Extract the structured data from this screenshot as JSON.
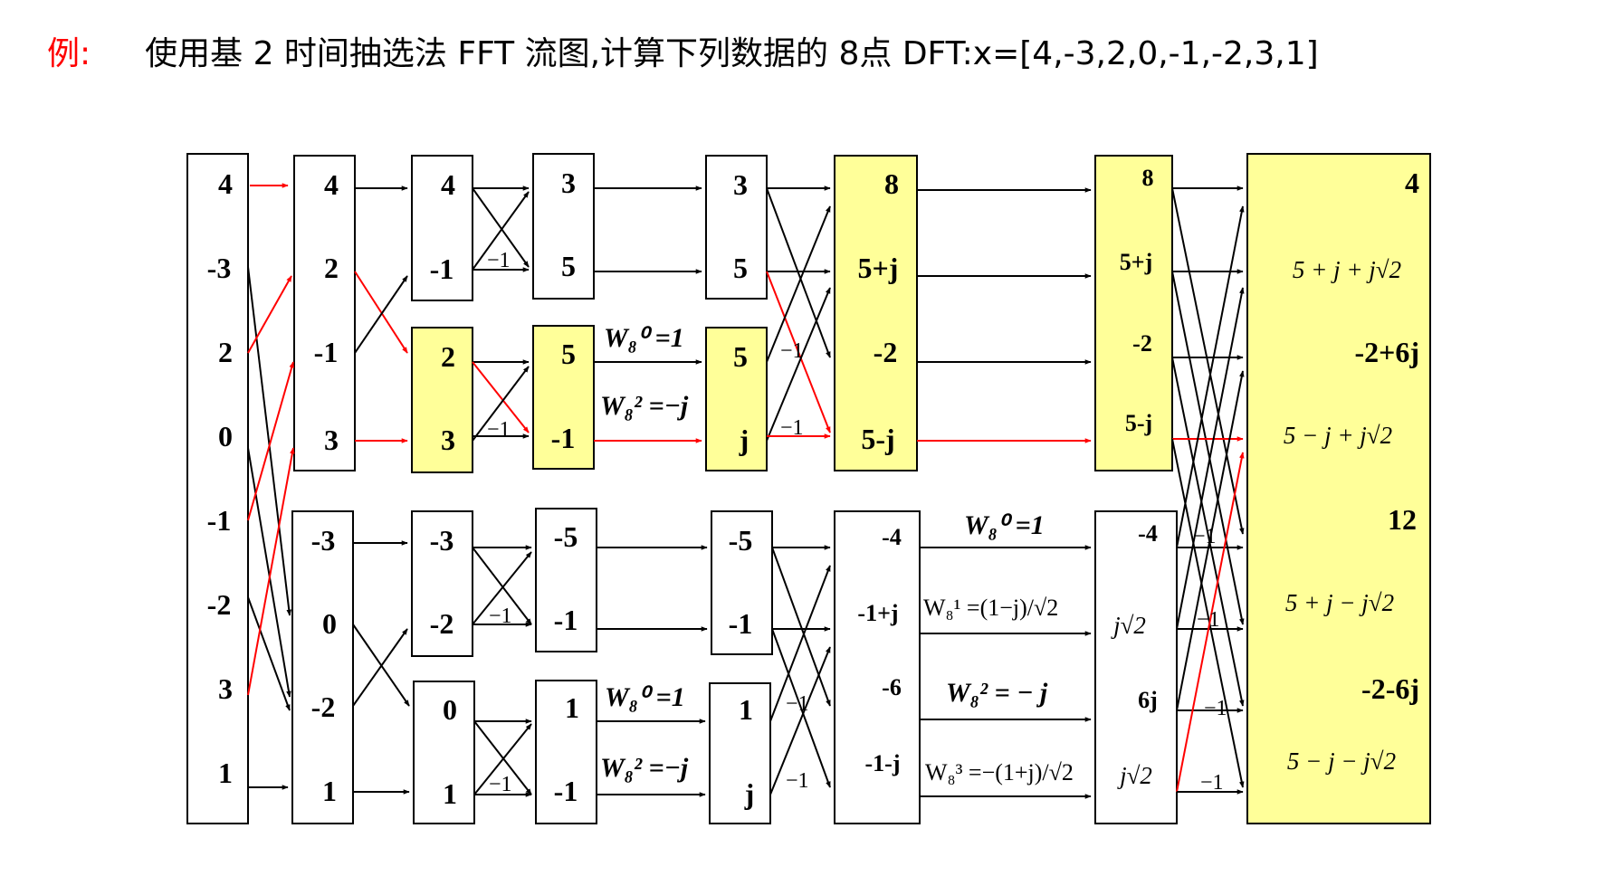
{
  "title": {
    "prefix": "例:",
    "text": "使用基 2 时间抽选法 FFT 流图,计算下列数据的 8点 DFT:x=[4,-3,2,0,-1,-2,3,1]"
  },
  "colors": {
    "accent": "#ff0000",
    "highlight": "#ffff99",
    "line": "#000000"
  },
  "stages": {
    "input": [
      "4",
      "-3",
      "2",
      "0",
      "-1",
      "-2",
      "3",
      "1"
    ],
    "reordered": [
      "4",
      "2",
      "-1",
      "3",
      "-3",
      "0",
      "-2",
      "1"
    ],
    "grouped": [
      "4",
      "-1",
      "2",
      "3",
      "-3",
      "-2",
      "0",
      "1"
    ],
    "stage1": [
      "3",
      "5",
      "5",
      "-1",
      "-5",
      "-1",
      "1",
      "-1"
    ],
    "stage1_twiddled": [
      "3",
      "5",
      "5",
      "j",
      "-5",
      "-1",
      "1",
      "j"
    ],
    "stage2": [
      "8",
      "5+j",
      "-2",
      "5-j",
      "-4",
      "-1+j",
      "-6",
      "-1-j"
    ],
    "stage2_twiddled": [
      "8",
      "5+j",
      "-2",
      "5-j",
      "-4",
      "j√2",
      "6j",
      "j√2"
    ],
    "output": [
      "4",
      "5 + j + j√2",
      "-2+6j",
      "5 − j + j√2",
      "12",
      "5 + j − j√2",
      "-2-6j",
      "5 − j − j√2"
    ]
  },
  "twiddles": {
    "top_w0": "W₈⁰ =1",
    "top_w2": "W₈² =−j",
    "bottom_w0": "W₈⁰ =1",
    "bottom_w2": "W₈² =−j",
    "s3_w0": "W₈⁰ =1",
    "s3_w1": "W₈¹ =(1−j)/√2",
    "s3_w2": "W₈² = − j",
    "s3_w3": "W₈³ =−(1+j)/√2"
  },
  "minus_one": "−1"
}
